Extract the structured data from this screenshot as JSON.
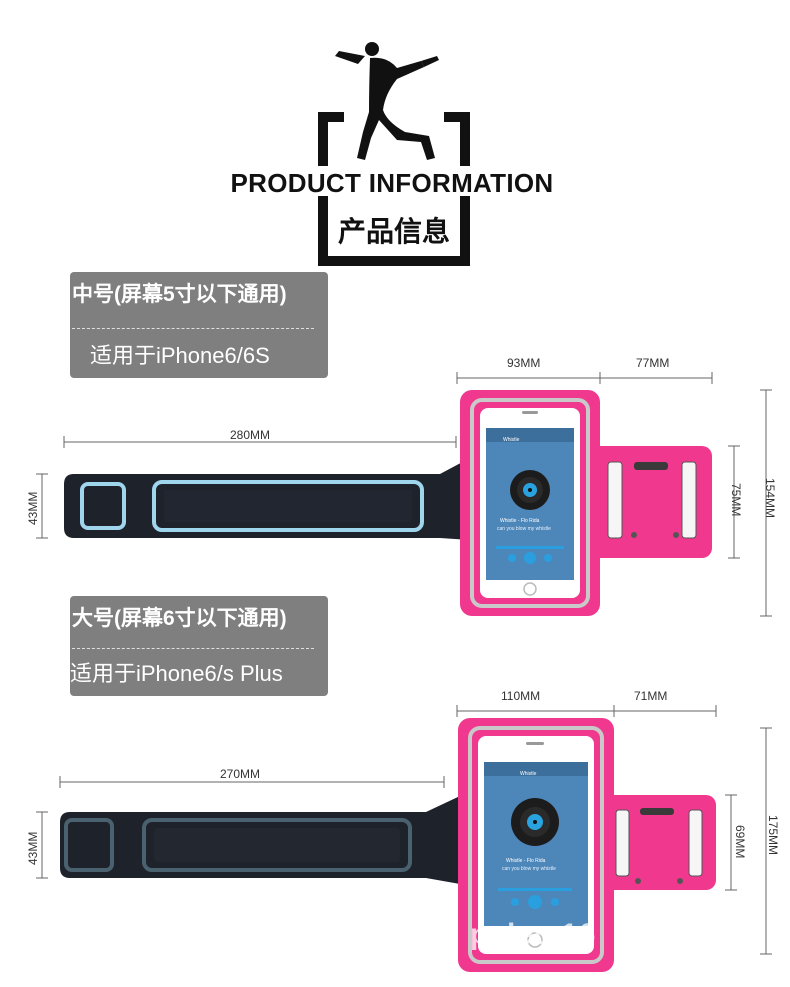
{
  "header": {
    "title_en": "PRODUCT INFORMATION",
    "title_cn": "产品信息"
  },
  "sizes": [
    {
      "name": "中号(屏幕5寸以下通用)",
      "fits": "适用于iPhone6/6S"
    },
    {
      "name": "大号(屏幕6寸以下通用)",
      "fits": "适用于iPhone6/s Plus"
    }
  ],
  "medium_dims": {
    "pouch_width": "93MM",
    "flap_width": "77MM",
    "strap_length": "280MM",
    "strap_height": "43MM",
    "flap_height": "75MM",
    "total_height": "154MM"
  },
  "large_dims": {
    "pouch_width": "110MM",
    "flap_width": "71MM",
    "strap_length": "270MM",
    "strap_height": "43MM",
    "flap_height": "69MM",
    "total_height": "175MM"
  },
  "phone_screen": {
    "song": "Whistle",
    "artist": "Whistle - Flo Rida",
    "lyric": "can you blow my whistle"
  },
  "watermark": "pelec.16",
  "colors": {
    "armband_pink": "#f0388f",
    "strap_black": "#1e222b",
    "strap_blue": "#9fd6ee",
    "label_box": "#7f7f7f",
    "screen_blue": "#4d86b8"
  }
}
